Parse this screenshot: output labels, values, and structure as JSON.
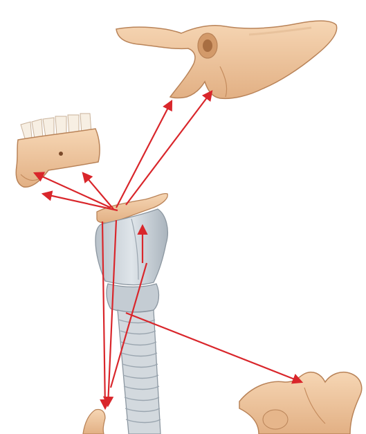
{
  "illustration": {
    "kind": "anatomical-line-illustration",
    "text_labels": [],
    "structures": [
      "temporal-bone",
      "mandible",
      "hyoid-bone",
      "thyroid-cartilage",
      "cricoid-cartilage",
      "trachea",
      "scapula",
      "sternum-fragment"
    ],
    "colors": {
      "background": "#ffffff",
      "bone_fill": "#f0c9a0",
      "bone_shade": "#d9a478",
      "bone_outline": "#b98358",
      "cartilage_fill": "#cfd6dc",
      "cartilage_shade": "#aab4bd",
      "cartilage_outline": "#8b96a0",
      "arrow": "#d9262b"
    }
  }
}
